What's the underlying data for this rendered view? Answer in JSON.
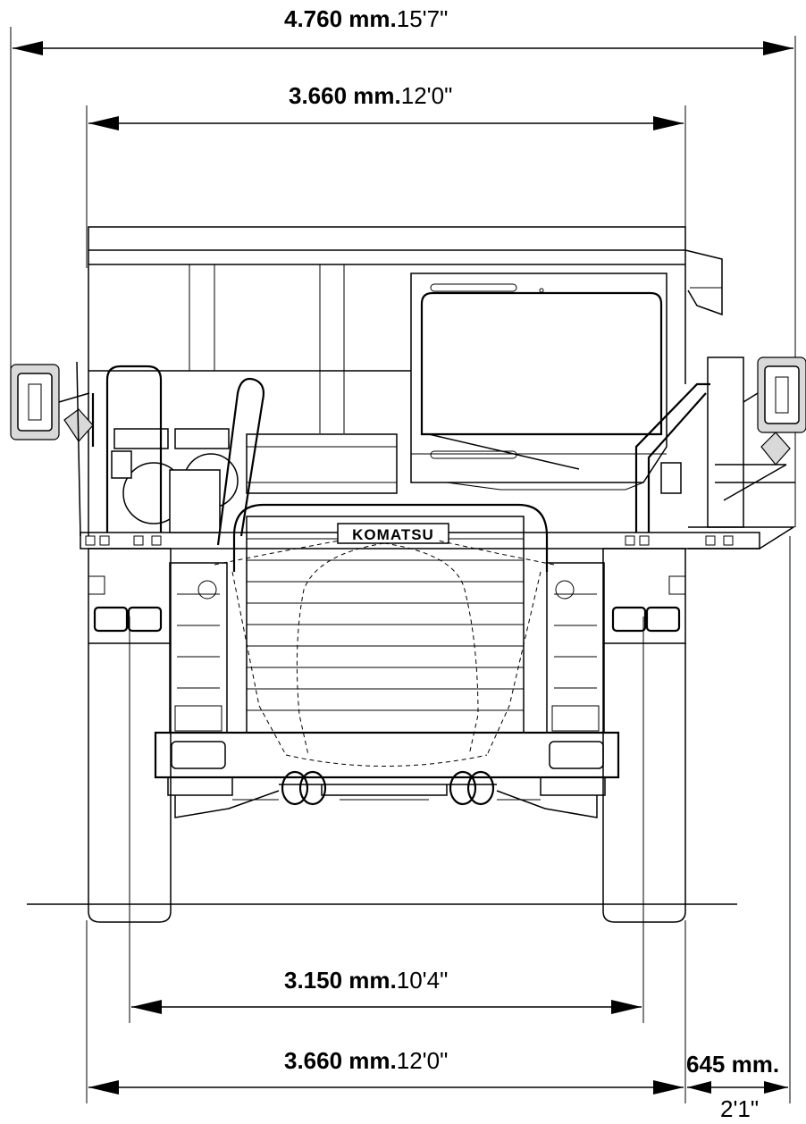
{
  "dimensions": {
    "overall_width": {
      "metric": "4.760 mm.",
      "imperial": "15'7\""
    },
    "body_width": {
      "metric": "3.660 mm.",
      "imperial": "12'0\""
    },
    "tread_width": {
      "metric": "3.150 mm.",
      "imperial": "10'4\""
    },
    "tire_width": {
      "metric": "3.660 mm.",
      "imperial": "12'0\""
    },
    "side_overhang": {
      "metric": "645 mm.",
      "imperial": "2'1\""
    }
  },
  "vehicle": {
    "brand_logo": "KOMATSU"
  }
}
